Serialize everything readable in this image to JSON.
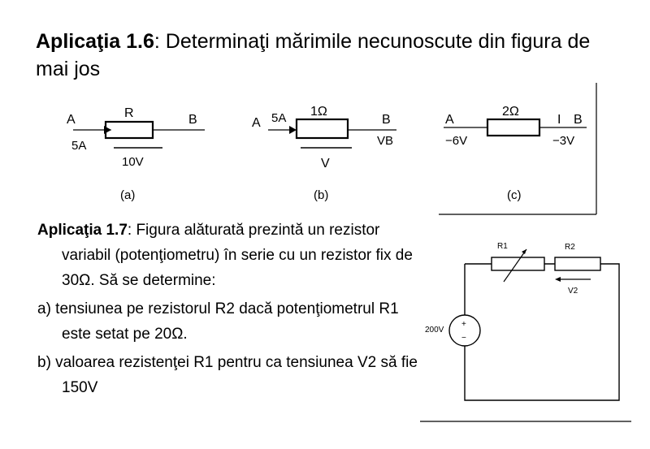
{
  "app16": {
    "label": "Aplicaţia 1.6",
    "rest": ": Determinaţi mărimile necunoscute din figura de mai jos"
  },
  "fig_a": {
    "A": "A",
    "B": "B",
    "I": "5A",
    "R": "R",
    "V": "10V",
    "cap": "(a)"
  },
  "fig_b": {
    "A": "A",
    "I": "5A",
    "R": "1Ω",
    "B": "B",
    "VB": "VB",
    "V": "V",
    "cap": "(b)"
  },
  "fig_c": {
    "A": "A",
    "VA": "−6V",
    "R": "2Ω",
    "Ilab": "I",
    "B": "B",
    "VB": "−3V",
    "cap": "(c)"
  },
  "app17": {
    "label": "Aplicaţia 1.7",
    "text": ": Figura alăturată prezintă un rezistor variabil (potenţiometru) în serie cu un rezistor fix de 30Ω. Să se determine:",
    "a": "a) tensiunea pe rezistorul R2 dacă potenţiometrul R1 este setat pe 20Ω.",
    "b": "b) valoarea rezistenţei R1 pentru ca tensiunea V2 să fie 150V"
  },
  "circuit": {
    "source": "200V",
    "r1": "R1",
    "r2": "R2",
    "v2": "V2",
    "plus": "+",
    "minus": "−"
  }
}
